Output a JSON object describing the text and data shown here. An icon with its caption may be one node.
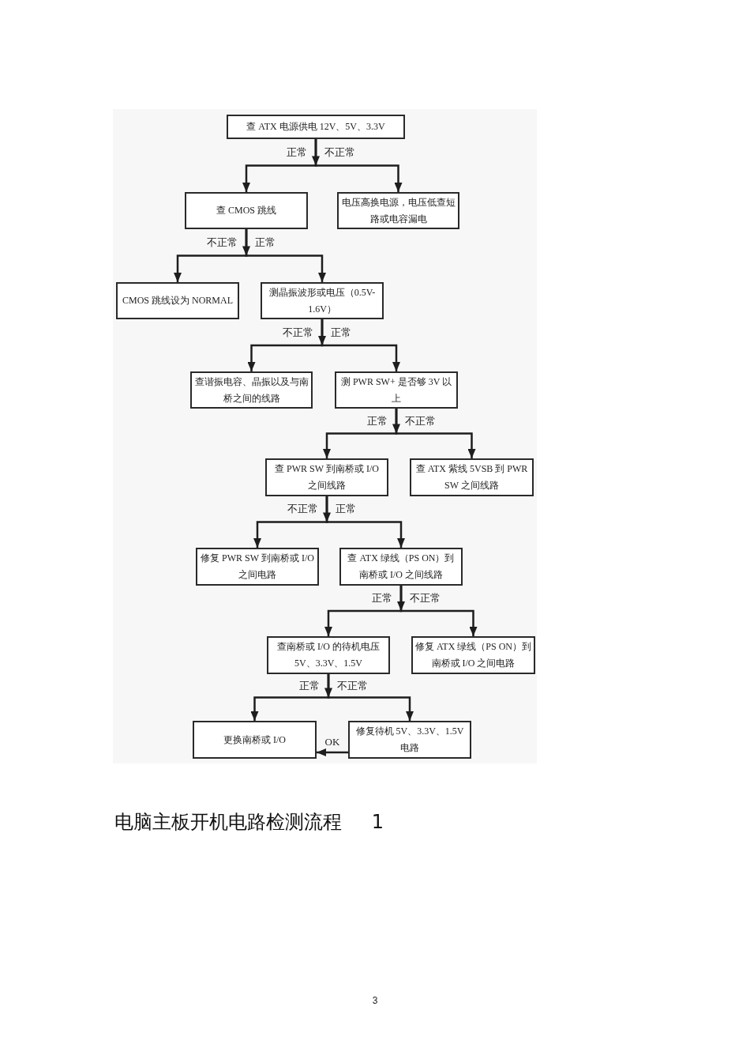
{
  "diagram": {
    "caption": "电脑主板开机电路检测流程 1",
    "nodes": [
      {
        "text": [
          "查 ATX 电源供电 12V、5V、3.3V"
        ]
      },
      {
        "text": [
          "查 CMOS 跳线"
        ]
      },
      {
        "text": [
          "电压高换电源，电压低查短路或电容漏电"
        ]
      },
      {
        "text": [
          "CMOS 跳线设为 NORMAL"
        ]
      },
      {
        "text": [
          "测晶振波形或电压（0.5V-1.6V）"
        ]
      },
      {
        "text": [
          "查谐振电容、晶振以及与南桥之间的线路"
        ]
      },
      {
        "text": [
          "测 PWR SW+ 是否够 3V 以上"
        ]
      },
      {
        "text": [
          "查 PWR SW 到南桥或 I/O 之间线路"
        ]
      },
      {
        "text": [
          "查 ATX 紫线 5VSB 到 PWR SW 之间线路"
        ]
      },
      {
        "text": [
          "修复 PWR SW 到南桥或 I/O 之间电路"
        ]
      },
      {
        "text": [
          "查 ATX 绿线（PS ON）到南桥或 I/O 之间线路"
        ]
      },
      {
        "text": [
          "查南桥或 I/O 的待机电压 5V、3.3V、1.5V"
        ]
      },
      {
        "text": [
          "修复 ATX 绿线（PS ON）到南桥或 I/O 之间电路"
        ]
      },
      {
        "text": [
          "更换南桥或 I/O"
        ]
      },
      {
        "text": [
          "修复待机 5V、3.3V、1.5V 电路"
        ]
      }
    ],
    "edges": [
      {
        "from": 0,
        "to": 1,
        "arrow": "to",
        "label": "正常"
      },
      {
        "from": 0,
        "to": 2,
        "arrow": "to",
        "label": "不正常"
      },
      {
        "from": 1,
        "to": 3,
        "arrow": "to",
        "label": "不正常"
      },
      {
        "from": 1,
        "to": 4,
        "arrow": "to",
        "label": "正常"
      },
      {
        "from": 4,
        "to": 5,
        "arrow": "to",
        "label": "不正常"
      },
      {
        "from": 4,
        "to": 6,
        "arrow": "to",
        "label": "正常"
      },
      {
        "from": 6,
        "to": 7,
        "arrow": "to",
        "label": "正常"
      },
      {
        "from": 6,
        "to": 8,
        "arrow": "to",
        "label": "不正常"
      },
      {
        "from": 7,
        "to": 9,
        "arrow": "to",
        "label": "不正常"
      },
      {
        "from": 7,
        "to": 10,
        "arrow": "to",
        "label": "正常"
      },
      {
        "from": 10,
        "to": 11,
        "arrow": "to",
        "label": "正常"
      },
      {
        "from": 10,
        "to": 12,
        "arrow": "to",
        "label": "不正常"
      },
      {
        "from": 11,
        "to": 13,
        "arrow": "to",
        "label": "正常"
      },
      {
        "from": 11,
        "to": 14,
        "arrow": "to",
        "label": "不正常"
      },
      {
        "from": 14,
        "to": 13,
        "arrow": "to",
        "label": "OK"
      }
    ],
    "labels": [
      "3"
    ]
  }
}
